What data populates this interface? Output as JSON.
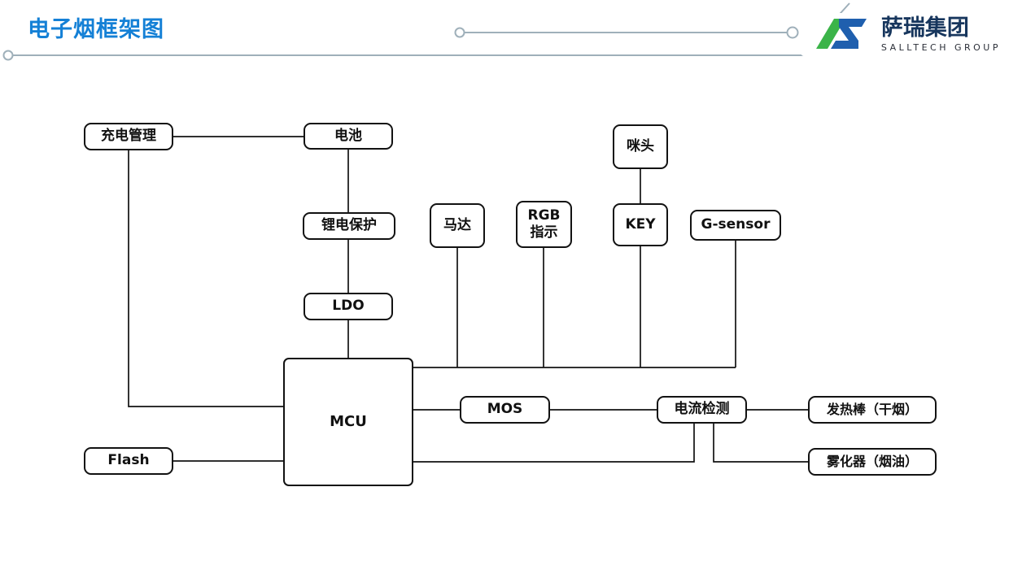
{
  "header": {
    "title": "电子烟框架图",
    "logo": {
      "company": "萨瑞集团",
      "subtitle": "SALLTECH GROUP"
    }
  },
  "colors": {
    "title_blue": "#1480d6",
    "logo_navy": "#17365d",
    "logo_green": "#3bb449",
    "logo_blue": "#1f5fae",
    "decor_gray": "#9fb0ba",
    "connector_black": "#121212"
  },
  "nodes": [
    {
      "id": "charge-mgmt",
      "label": "充电管理"
    },
    {
      "id": "battery",
      "label": "电池"
    },
    {
      "id": "mic",
      "label": "咪头"
    },
    {
      "id": "li-protect",
      "label": "锂电保护"
    },
    {
      "id": "motor",
      "label": "马达"
    },
    {
      "id": "rgb-indicator",
      "label": "RGB\n指示"
    },
    {
      "id": "key",
      "label": "KEY"
    },
    {
      "id": "g-sensor",
      "label": "G-sensor"
    },
    {
      "id": "ldo",
      "label": "LDO"
    },
    {
      "id": "mcu",
      "label": "MCU"
    },
    {
      "id": "mos",
      "label": "MOS"
    },
    {
      "id": "current-detect",
      "label": "电流检测"
    },
    {
      "id": "heating-rod",
      "label": "发热棒（干烟）"
    },
    {
      "id": "flash",
      "label": "Flash"
    },
    {
      "id": "atomizer",
      "label": "雾化器（烟油）"
    }
  ]
}
